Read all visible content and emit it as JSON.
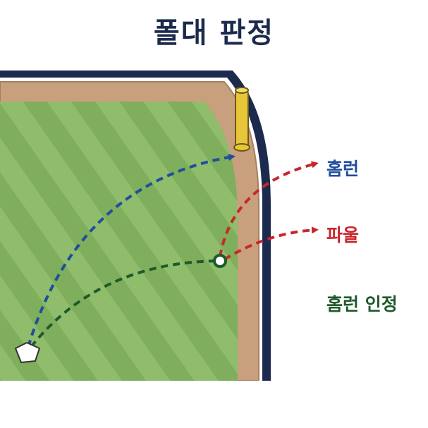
{
  "title": "폴대 판정",
  "labels": {
    "home_run": "홈런",
    "foul": "파울",
    "home_run_confirmed": "홈런 인정"
  },
  "colors": {
    "title": "#1c2a4d",
    "home_run_path": "#1f4e9c",
    "foul_path": "#c8262c",
    "confirmed_path": "#1e5a2a",
    "grass_light": "#8fbd6c",
    "grass_dark": "#7fae5c",
    "warning_track": "#c9a07e",
    "wall": "#1c2a4d",
    "foul_pole": "#e8c63a"
  },
  "icons": {
    "foul_pole": "foul-pole-icon",
    "home_plate": "home-plate-icon",
    "deflection_point": "ring-marker-icon"
  }
}
